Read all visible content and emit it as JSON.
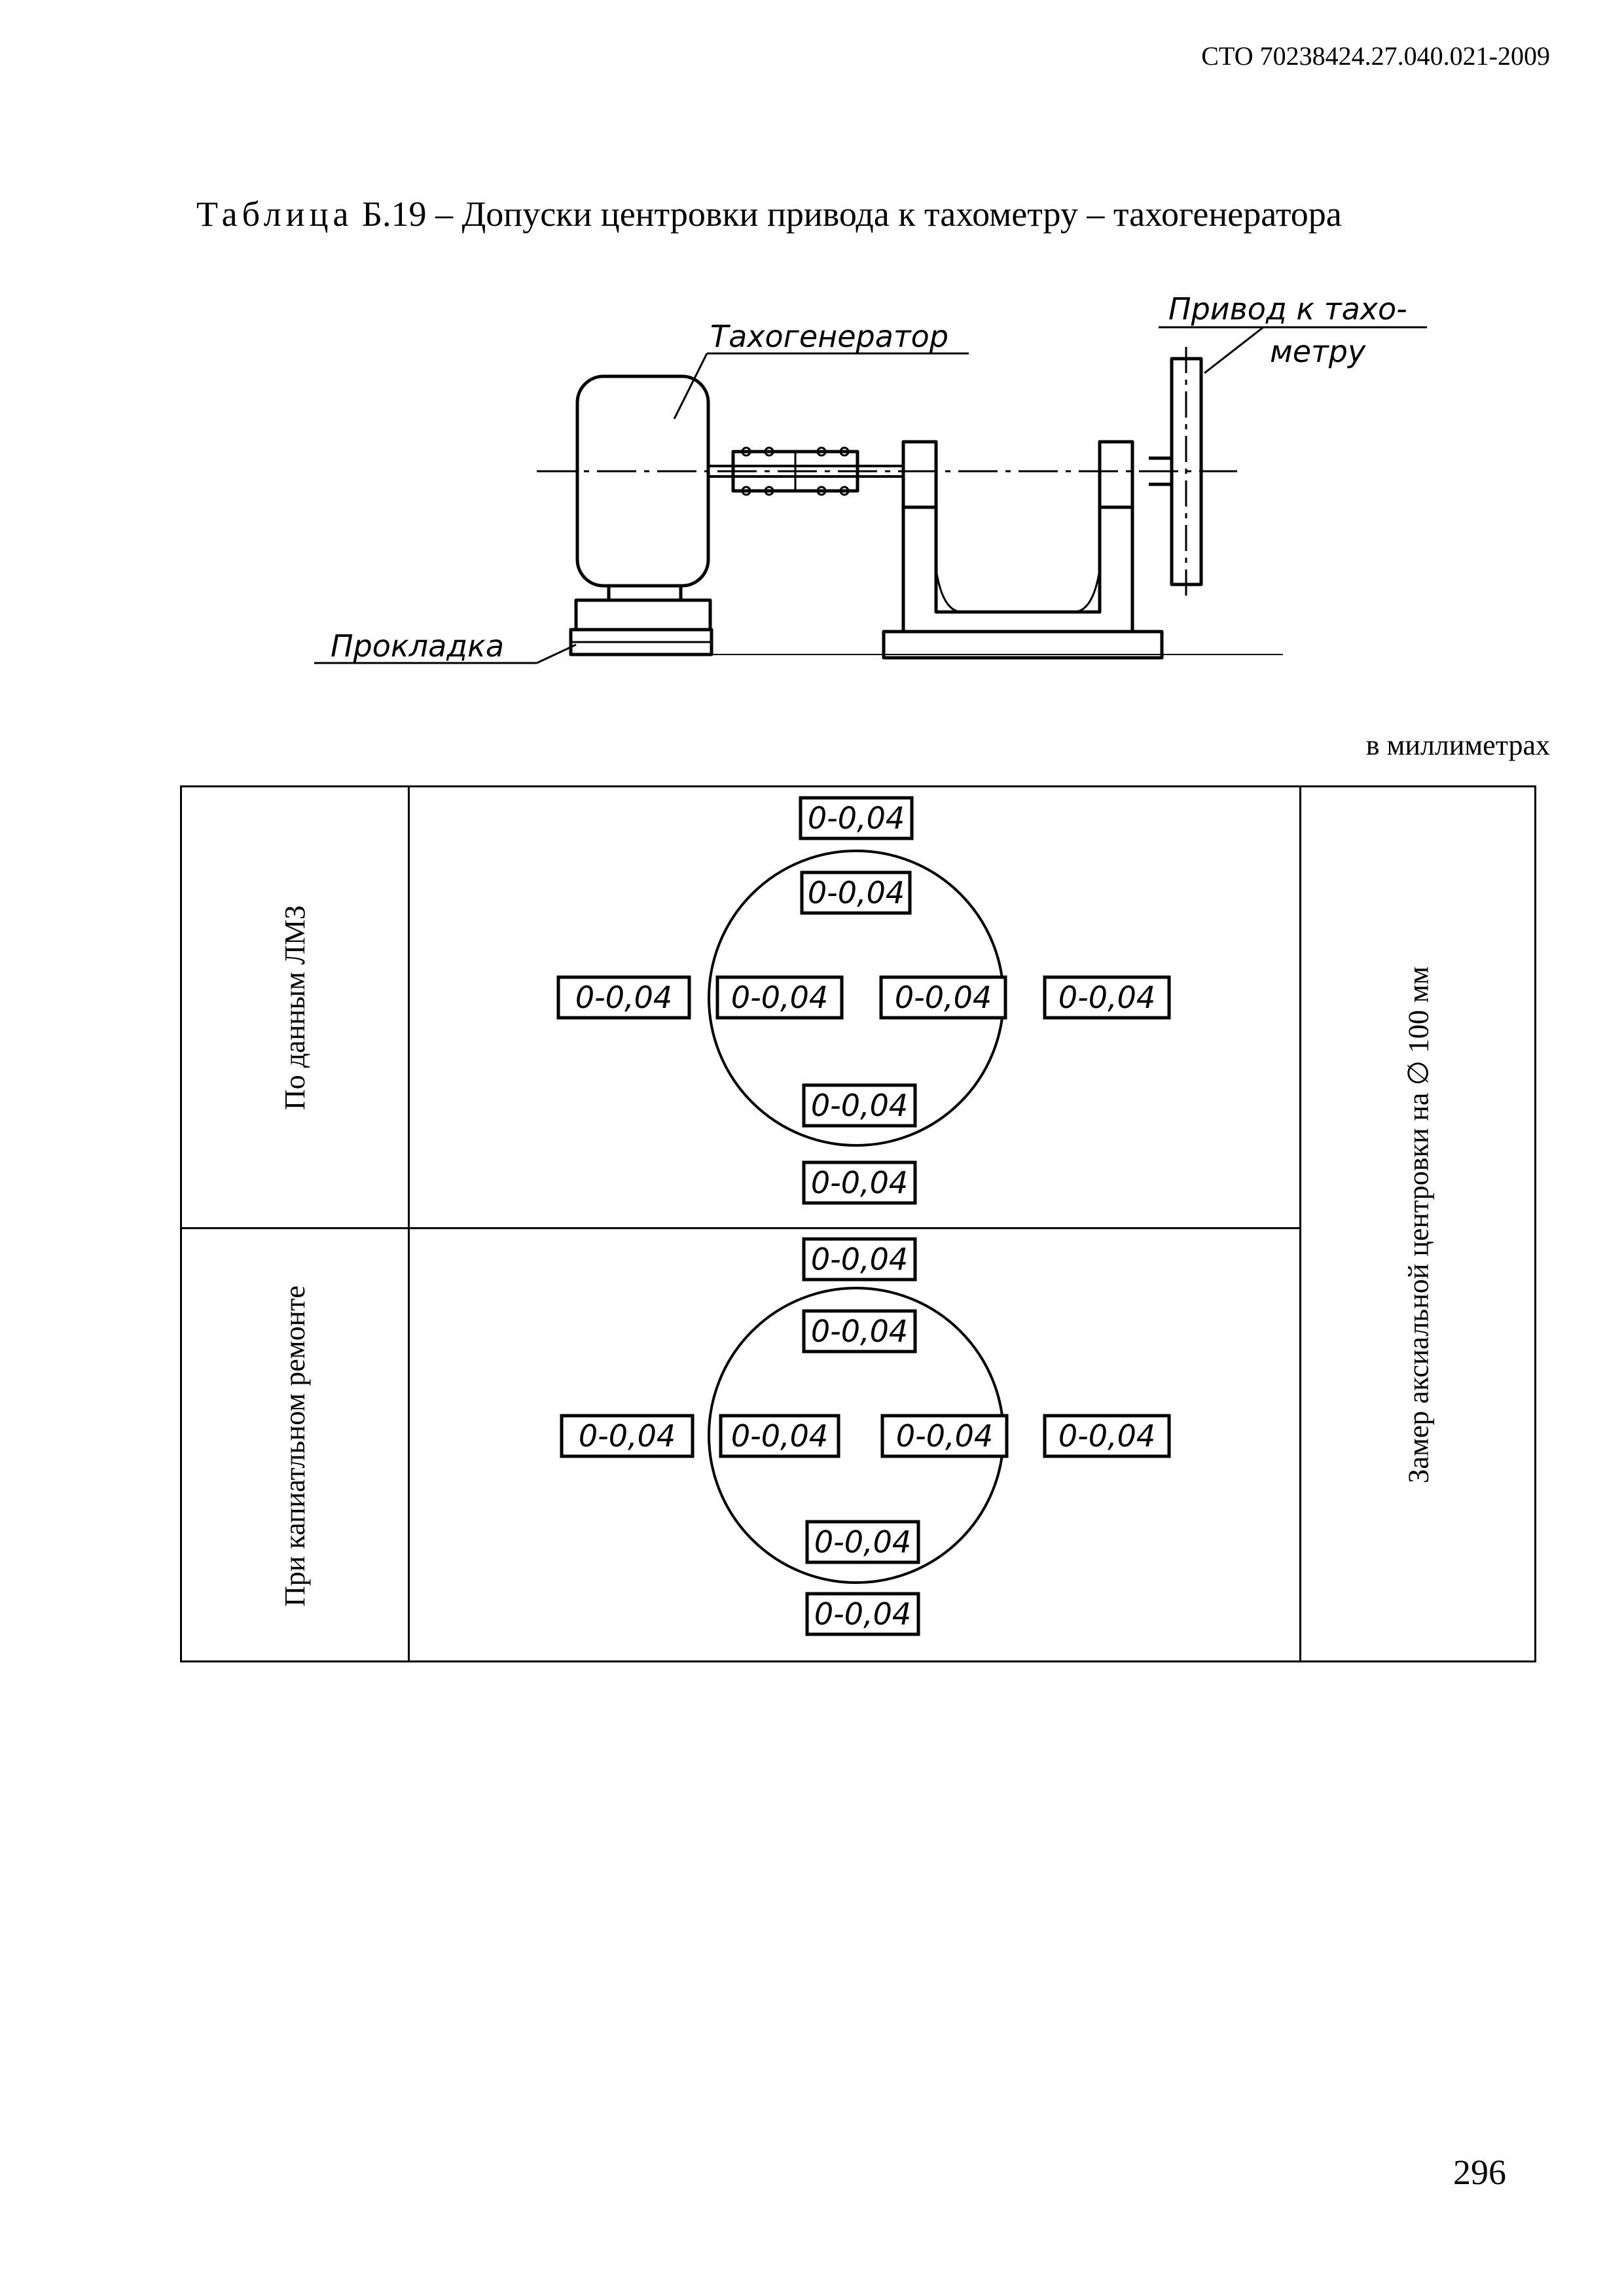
{
  "header": {
    "doc_code": "СТО 70238424.27.040.021-2009"
  },
  "title": {
    "prefix": "Таблица",
    "text": " Б.19 – Допуски центровки привода к тахометру – тахогенератора"
  },
  "drawing": {
    "labels": {
      "tachogenerator": "Тахогенератор",
      "drive_line1": "Привод к тахо-",
      "drive_line2": "метру",
      "shim": "Прокладка"
    }
  },
  "units": "в миллиметрах",
  "table": {
    "rows": [
      {
        "label": "По данным ЛМЗ",
        "tolerances": {
          "outer_top": "0-0,04",
          "inner_top": "0-0,04",
          "outer_left": "0-0,04",
          "inner_left": "0-0,04",
          "inner_right": "0-0,04",
          "outer_right": "0-0,04",
          "inner_bottom": "0-0,04",
          "outer_bottom": "0-0,04"
        }
      },
      {
        "label": "При капиатльном ремонте",
        "tolerances": {
          "outer_top": "0-0,04",
          "inner_top": "0-0,04",
          "outer_left": "0-0,04",
          "inner_left": "0-0,04",
          "inner_right": "0-0,04",
          "outer_right": "0-0,04",
          "inner_bottom": "0-0,04",
          "outer_bottom": "0-0,04"
        }
      }
    ],
    "side_note": "Замер аксиальной центровки на ∅ 100 мм"
  },
  "page_number": "296"
}
